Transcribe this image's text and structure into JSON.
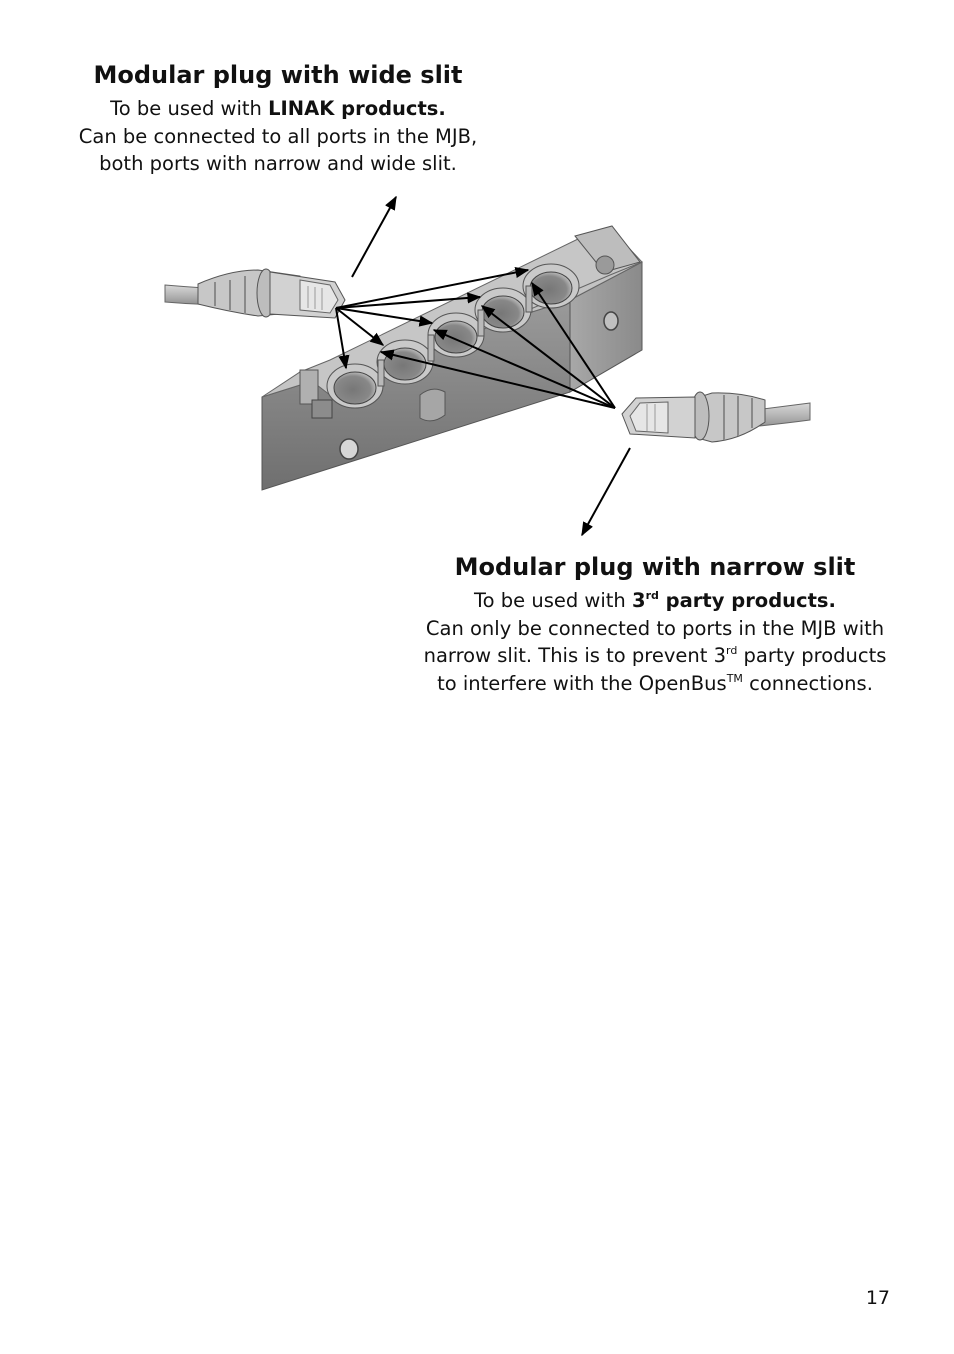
{
  "wide_plug": {
    "heading": "Modular plug with wide slit",
    "line1_prefix": "To be used with ",
    "line1_bold": "LINAK products.",
    "line2": "Can be connected to all ports in the MJB,",
    "line3": "both ports with narrow and wide slit."
  },
  "narrow_plug": {
    "heading": "Modular plug with narrow slit",
    "line1_prefix": "To be used with ",
    "line1_bold_num": "3",
    "line1_sup": "rd",
    "line1_bold_rest": " party products.",
    "line2": "Can only be connected to ports in the MJB with",
    "line3_prefix": "narrow slit. This is to prevent 3",
    "line3_sup": "rd",
    "line3_rest": " party products",
    "line4_prefix": "to interfere with the OpenBus",
    "line4_sup": "TM",
    "line4_rest": " connections."
  },
  "page_number": "17"
}
